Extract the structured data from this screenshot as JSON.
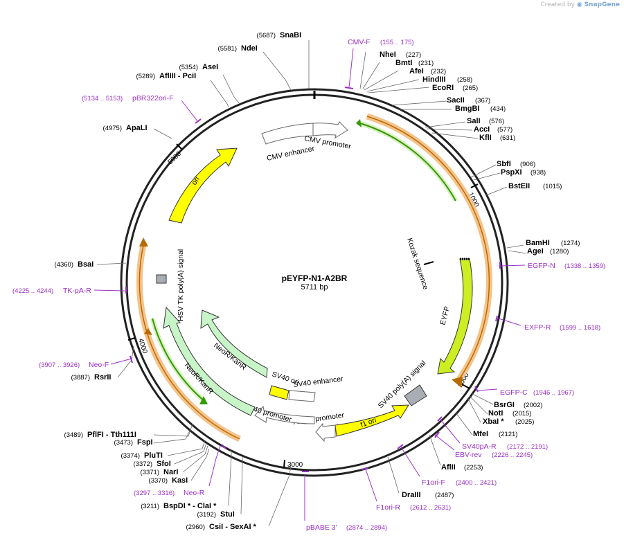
{
  "watermark": {
    "prefix": "Created by",
    "brand": "SnapGene"
  },
  "plasmid": {
    "name": "pEYFP-N1-A2BR",
    "length_label": "5711 bp"
  },
  "ticks": [
    "1000",
    "2000",
    "3000",
    "4000",
    "5000"
  ],
  "enzymes": [
    {
      "pos": "(5687)",
      "name": "SnaBI"
    },
    {
      "pos": "(5581)",
      "name": "NdeI"
    },
    {
      "pos": "(5354)",
      "name": "AseI"
    },
    {
      "pos": "(5289)",
      "name": "AflIII  - PciI"
    },
    {
      "pos": "(4975)",
      "name": "ApaLI"
    },
    {
      "pos": "(4360)",
      "name": "BsaI"
    },
    {
      "pos": "(3887)",
      "name": "RsrII"
    },
    {
      "pos": "(3489)",
      "name": "PflFI  - Tth111I"
    },
    {
      "pos": "(3473)",
      "name": "FspI"
    },
    {
      "pos": "(3374)",
      "name": "PluTI"
    },
    {
      "pos": "(3372)",
      "name": "SfoI"
    },
    {
      "pos": "(3371)",
      "name": "NarI"
    },
    {
      "pos": "(3370)",
      "name": "KasI"
    },
    {
      "pos": "(3211)",
      "name": "BspDI *  - ClaI *"
    },
    {
      "pos": "(3192)",
      "name": "StuI"
    },
    {
      "pos": "(2960)",
      "name": "CsiI  - SexAI *"
    },
    {
      "pos": "(227)",
      "name": "NheI"
    },
    {
      "pos": "(231)",
      "name": "BmtI"
    },
    {
      "pos": "(232)",
      "name": "AfeI"
    },
    {
      "pos": "(258)",
      "name": "HindIII"
    },
    {
      "pos": "(265)",
      "name": "EcoRI"
    },
    {
      "pos": "(367)",
      "name": "SacII"
    },
    {
      "pos": "(434)",
      "name": "BmgBI"
    },
    {
      "pos": "(576)",
      "name": "SalI"
    },
    {
      "pos": "(577)",
      "name": "AccI"
    },
    {
      "pos": "(631)",
      "name": "KflI"
    },
    {
      "pos": "(906)",
      "name": "SbfI"
    },
    {
      "pos": "(938)",
      "name": "PspXI"
    },
    {
      "pos": "(1015)",
      "name": "BstEII"
    },
    {
      "pos": "(1274)",
      "name": "BamHI"
    },
    {
      "pos": "(1280)",
      "name": "AgeI"
    },
    {
      "pos": "(2002)",
      "name": "BsrGI"
    },
    {
      "pos": "(2015)",
      "name": "NotI"
    },
    {
      "pos": "(2025)",
      "name": "XbaI *"
    },
    {
      "pos": "(2121)",
      "name": "MfeI"
    },
    {
      "pos": "(2253)",
      "name": "AflII"
    },
    {
      "pos": "(2487)",
      "name": "DraIII"
    }
  ],
  "primers": [
    {
      "name": "CMV-F",
      "pos": "(155 .. 175)"
    },
    {
      "name": "pBR322ori-F",
      "pos": "(5134 .. 5153)"
    },
    {
      "name": "TK-pA-R",
      "pos": "(4225 .. 4244)"
    },
    {
      "name": "Neo-F",
      "pos": "(3907 .. 3926)"
    },
    {
      "name": "Neo-R",
      "pos": "(3297 .. 3316)"
    },
    {
      "name": "pBABE 3'",
      "pos": "(2874 .. 2894)"
    },
    {
      "name": "F1ori-R",
      "pos": "(2612 .. 2631)"
    },
    {
      "name": "F1ori-F",
      "pos": "(2400 .. 2421)"
    },
    {
      "name": "EBV-rev",
      "pos": "(2226 .. 2245)"
    },
    {
      "name": "SV40pA-R",
      "pos": "(2172 .. 2191)"
    },
    {
      "name": "EGFP-C",
      "pos": "(1946 .. 1967)"
    },
    {
      "name": "EXFP-R",
      "pos": "(1599 .. 1618)"
    },
    {
      "name": "EGFP-N",
      "pos": "(1338 .. 1359)"
    }
  ],
  "features": [
    "CMV enhancer",
    "CMV promoter",
    "Kozak sequence",
    "EYFP",
    "SV40 poly(A) signal",
    "f1 ori",
    "AmpR promoter",
    "SV40 promoter",
    "SV40 enhancer",
    "SV40 ori",
    "NeoR/KanR",
    "NeoR/KanR",
    "HSV TK poly(A) signal",
    "ori"
  ],
  "colors": {
    "primer": "#9b30c8",
    "ori": "#ffff00",
    "eyfp": "#ccee22",
    "neor": "#c8f5c8",
    "orf": "#f0a030",
    "green_arrow": "#339900",
    "polya": "#a8aeb4",
    "promoter": "#ffffff"
  }
}
